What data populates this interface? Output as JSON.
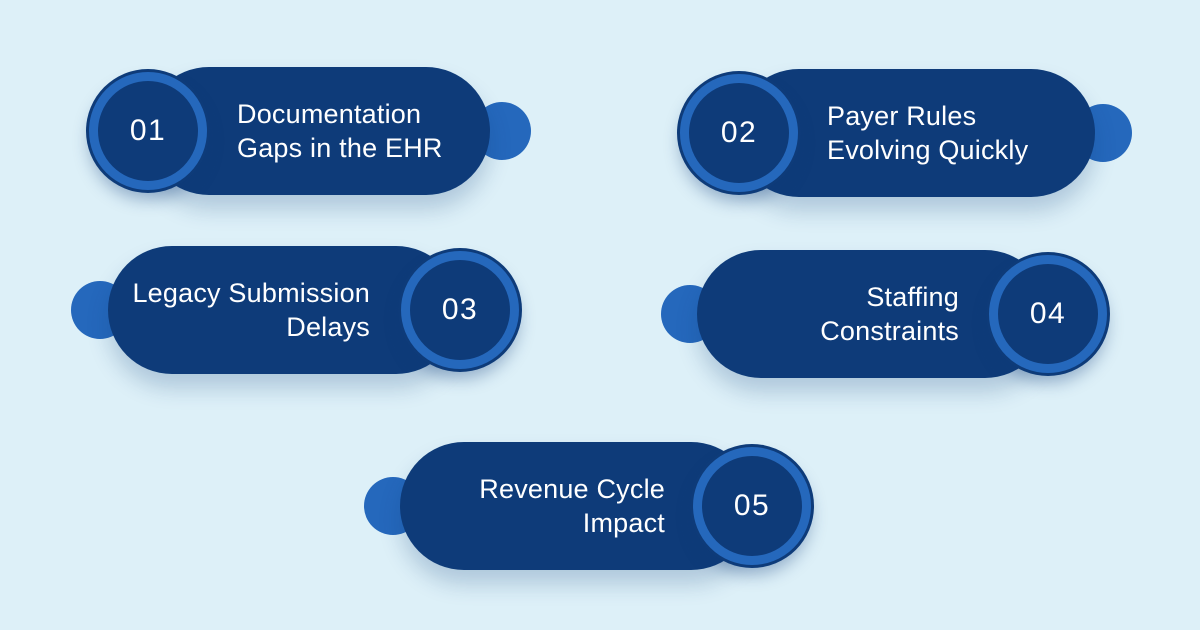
{
  "colors": {
    "bg": "#ddf0f8",
    "pill": "#0e3b79",
    "ring": "#2568bc",
    "bump": "#2568bc",
    "text": "#ffffff"
  },
  "items": [
    {
      "number": "01",
      "line1": "Documentation",
      "line2": "Gaps in the EHR",
      "number_side": "left"
    },
    {
      "number": "02",
      "line1": "Payer Rules",
      "line2": "Evolving Quickly",
      "number_side": "left"
    },
    {
      "number": "03",
      "line1": "Legacy Submission",
      "line2": "Delays",
      "number_side": "right"
    },
    {
      "number": "04",
      "line1": "Staffing",
      "line2": "Constraints",
      "number_side": "right"
    },
    {
      "number": "05",
      "line1": "Revenue Cycle",
      "line2": "Impact",
      "number_side": "right"
    }
  ]
}
